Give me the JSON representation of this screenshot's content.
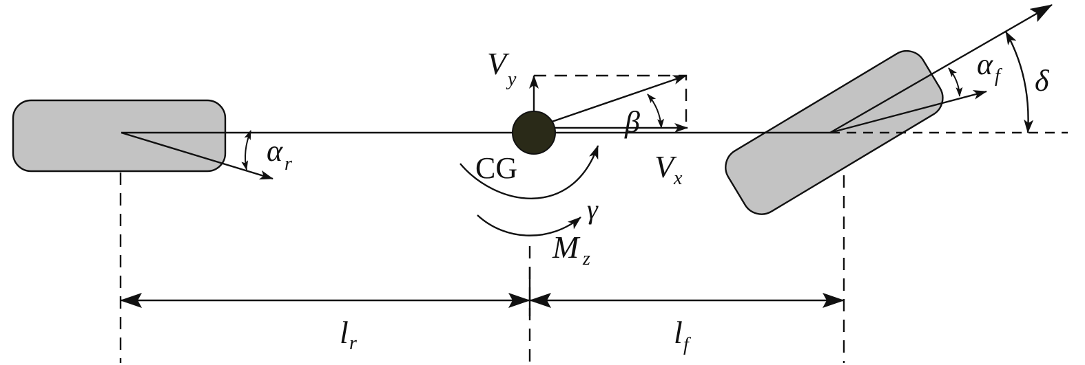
{
  "labels": {
    "cg": "CG",
    "vy_main": "V",
    "vy_sub": "y",
    "vx_main": "V",
    "vx_sub": "x",
    "beta": "β",
    "gamma": "γ",
    "mz_main": "M",
    "mz_sub": "z",
    "alpha_r_main": "α",
    "alpha_r_sub": "r",
    "alpha_f_main": "α",
    "alpha_f_sub": "f",
    "delta": "δ",
    "lr_main": "l",
    "lr_sub": "r",
    "lf_main": "l",
    "lf_sub": "f"
  },
  "colors": {
    "wheel_fill": "#c3c3c3",
    "cg_fill": "#2a2a18",
    "line": "#111111"
  }
}
